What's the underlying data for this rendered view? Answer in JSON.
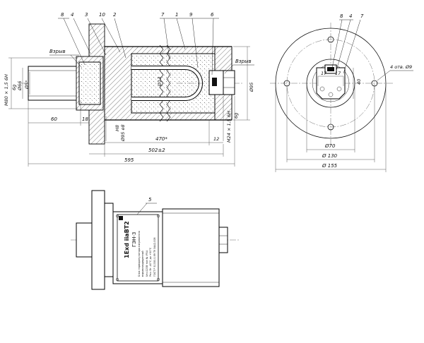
{
  "callouts": [
    "8",
    "4",
    "3",
    "10",
    "2",
    "7",
    "1",
    "9",
    "6"
  ],
  "callouts_end": [
    "8",
    "4",
    "7"
  ],
  "callout_nameplate": "5",
  "labels": {
    "explosion_left": "Взрыв",
    "explosion_right": "Взрыв"
  },
  "dims_side": {
    "m80": "M80 × 1,5 6H",
    "m80_tol": "6g",
    "d66": "Ø66",
    "d5": "Ø5*",
    "d13": "Ø13",
    "d95r": "Ø95",
    "d95": "Ø95 e8",
    "h8": "H8",
    "m24": "M24 × 1,5 6H",
    "m24_tol": "6g",
    "w60": "60",
    "w18": "18",
    "w470": "470*",
    "w12": "12",
    "w502": "502±2",
    "w595": "595"
  },
  "dims_end": {
    "hole17a": "17",
    "hole17b": "17",
    "h40": "40",
    "holes": "4 отв. Ø9",
    "d70": "Ø70",
    "d130": "Ø 130",
    "d155": "Ø 155"
  },
  "nameplate": {
    "marking": "1Exd iiaBT2",
    "type": "ГЭН-3",
    "lines": [
      "Блок терморегулятора нагревателя",
      "взрывозащищенный",
      "Uн=220В  тип №   IP54",
      "Pм=   Вт  -40°С до +50°С",
      "ГОСТ Р 51330.0-99 ТУ 3442-008"
    ]
  }
}
